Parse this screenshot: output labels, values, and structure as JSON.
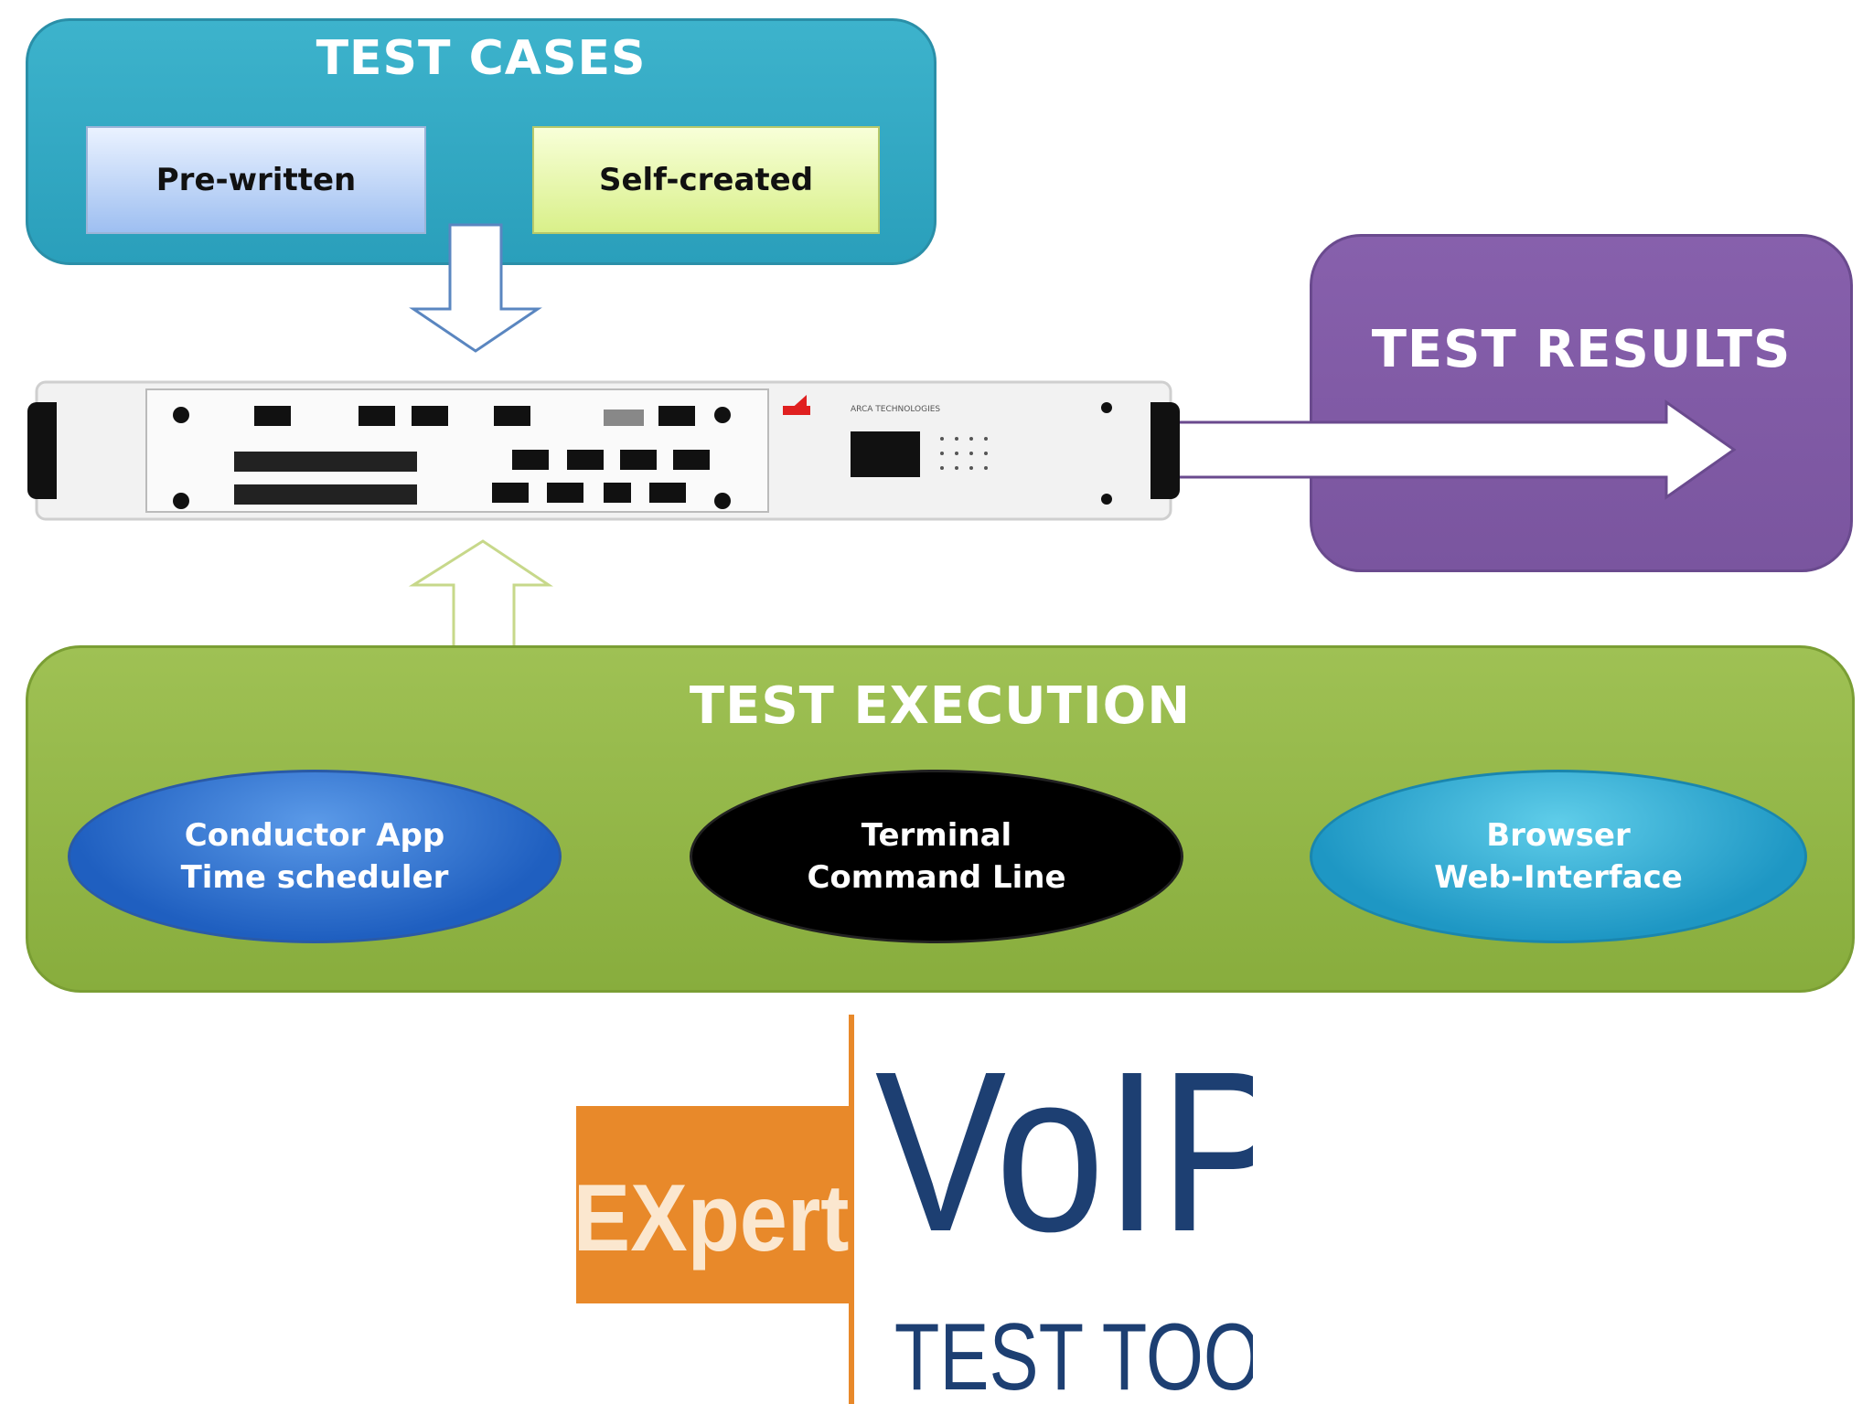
{
  "test_cases": {
    "title": "TEST CASES",
    "items": [
      "Pre-written",
      "Self-created"
    ],
    "colors": {
      "panel": "#2aa3c0",
      "prewritten": "#b4cdf3",
      "selfcreated": "#e4f5a8"
    }
  },
  "test_results": {
    "title": "TEST RESULTS",
    "color": "#7b57a0"
  },
  "device": {
    "brand_label": "ARCA TECHNOLOGIES"
  },
  "test_execution": {
    "title": "TEST EXECUTION",
    "color": "#92b548",
    "methods": [
      {
        "line1": "Conductor App",
        "line2": "Time scheduler",
        "color": "#2a6cd0"
      },
      {
        "line1": "Terminal",
        "line2": "Command Line",
        "color": "#000000"
      },
      {
        "line1": "Browser",
        "line2": "Web-Interface",
        "color": "#2aa7d2"
      }
    ]
  },
  "logo": {
    "word_expert": "EXpert",
    "word_voip": "VoIP",
    "word_test_tools": "TEST TOOLS",
    "colors": {
      "orange": "#e8892a",
      "navy": "#1d3f72"
    }
  }
}
